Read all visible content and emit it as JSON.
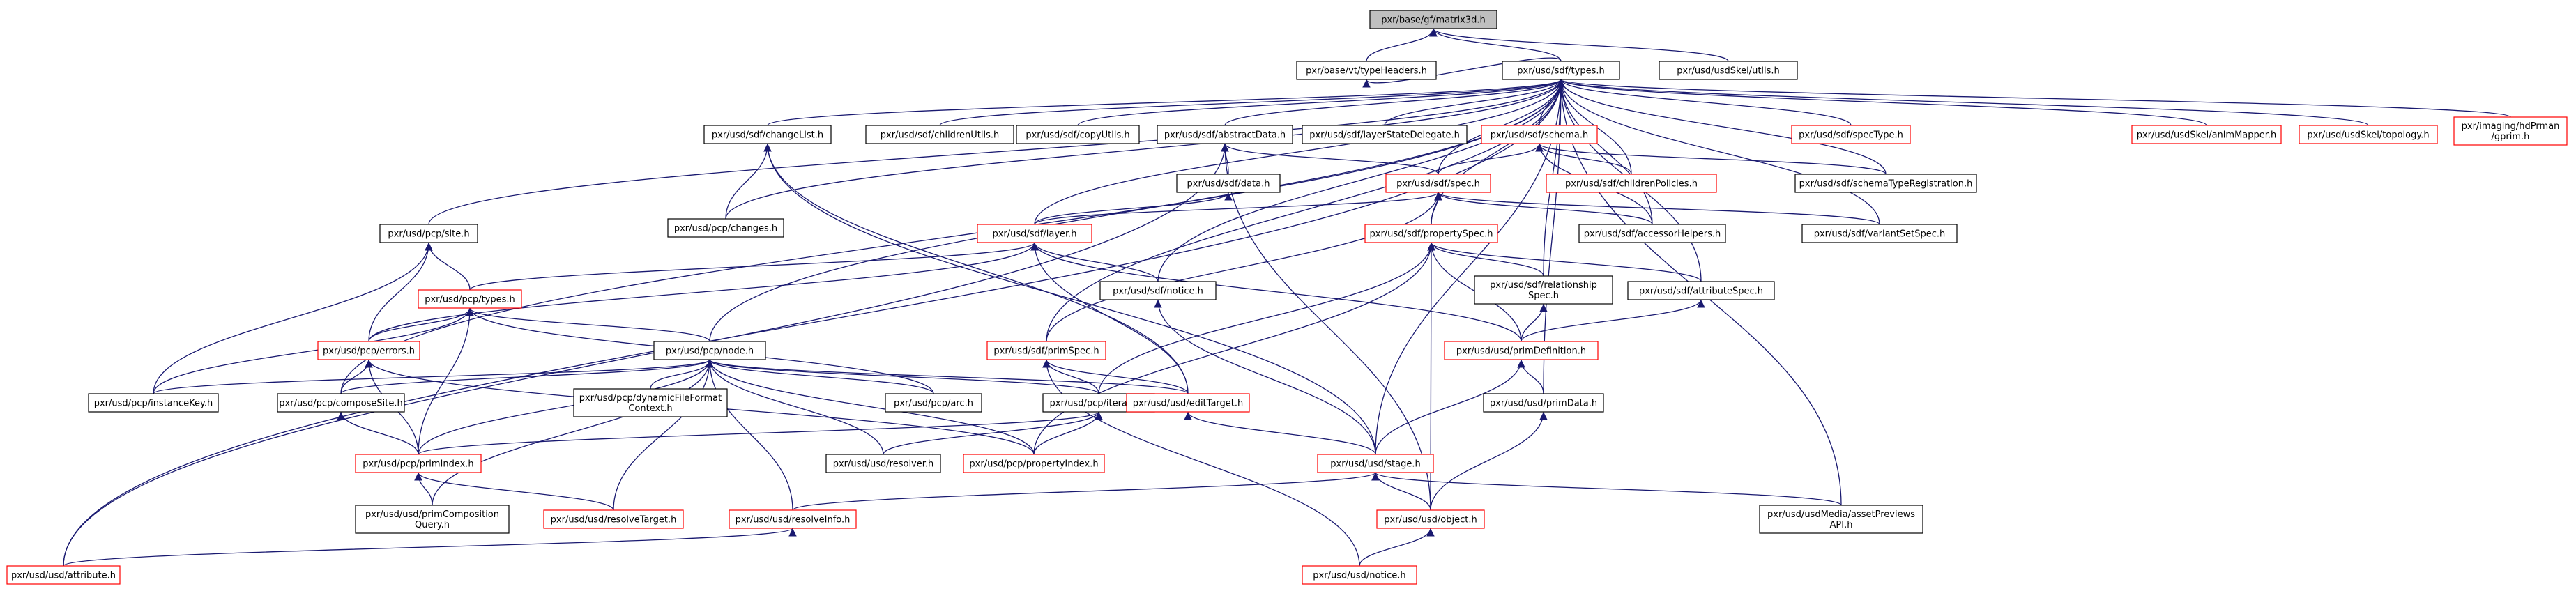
{
  "colors": {
    "edge": "#191970",
    "root_fill": "#bfbfbf",
    "link_border": "#000000",
    "truncated_border": "#ff0000",
    "node_fill": "#ffffff",
    "text": "#000000"
  },
  "nodes": [
    {
      "id": "matrix3d",
      "lines": [
        "pxr/base/gf/matrix3d.h"
      ],
      "style": "root"
    },
    {
      "id": "typeHeaders",
      "lines": [
        "pxr/base/vt/typeHeaders.h"
      ],
      "style": "link"
    },
    {
      "id": "sdfTypes",
      "lines": [
        "pxr/usd/sdf/types.h"
      ],
      "style": "link"
    },
    {
      "id": "skelUtils",
      "lines": [
        "pxr/usd/usdSkel/utils.h"
      ],
      "style": "link"
    },
    {
      "id": "changeList",
      "lines": [
        "pxr/usd/sdf/changeList.h"
      ],
      "style": "link"
    },
    {
      "id": "childrenUtils",
      "lines": [
        "pxr/usd/sdf/childrenUtils.h"
      ],
      "style": "link"
    },
    {
      "id": "copyUtils",
      "lines": [
        "pxr/usd/sdf/copyUtils.h"
      ],
      "style": "link"
    },
    {
      "id": "abstractData",
      "lines": [
        "pxr/usd/sdf/abstractData.h"
      ],
      "style": "link"
    },
    {
      "id": "layerStateDelegate",
      "lines": [
        "pxr/usd/sdf/layerStateDelegate.h"
      ],
      "style": "link"
    },
    {
      "id": "schema",
      "lines": [
        "pxr/usd/sdf/schema.h"
      ],
      "style": "trunc"
    },
    {
      "id": "specType",
      "lines": [
        "pxr/usd/sdf/specType.h"
      ],
      "style": "trunc"
    },
    {
      "id": "animMapper",
      "lines": [
        "pxr/usd/usdSkel/animMapper.h"
      ],
      "style": "trunc"
    },
    {
      "id": "topology",
      "lines": [
        "pxr/usd/usdSkel/topology.h"
      ],
      "style": "trunc"
    },
    {
      "id": "gprim",
      "lines": [
        "pxr/imaging/hdPrman",
        "/gprim.h"
      ],
      "style": "trunc"
    },
    {
      "id": "changes",
      "lines": [
        "pxr/usd/pcp/changes.h"
      ],
      "style": "link"
    },
    {
      "id": "data",
      "lines": [
        "pxr/usd/sdf/data.h"
      ],
      "style": "link"
    },
    {
      "id": "childrenPolicies",
      "lines": [
        "pxr/usd/sdf/childrenPolicies.h"
      ],
      "style": "trunc"
    },
    {
      "id": "schemaTypeReg",
      "lines": [
        "pxr/usd/sdf/schemaTypeRegistration.h"
      ],
      "style": "link"
    },
    {
      "id": "spec",
      "lines": [
        "pxr/usd/sdf/spec.h"
      ],
      "style": "trunc"
    },
    {
      "id": "site",
      "lines": [
        "pxr/usd/pcp/site.h"
      ],
      "style": "link"
    },
    {
      "id": "layer",
      "lines": [
        "pxr/usd/sdf/layer.h"
      ],
      "style": "trunc"
    },
    {
      "id": "propertySpec",
      "lines": [
        "pxr/usd/sdf/propertySpec.h"
      ],
      "style": "trunc"
    },
    {
      "id": "accessorHelpers",
      "lines": [
        "pxr/usd/sdf/accessorHelpers.h"
      ],
      "style": "link"
    },
    {
      "id": "variantSetSpec",
      "lines": [
        "pxr/usd/sdf/variantSetSpec.h"
      ],
      "style": "link"
    },
    {
      "id": "pcpTypes",
      "lines": [
        "pxr/usd/pcp/types.h"
      ],
      "style": "trunc"
    },
    {
      "id": "sdfNotice",
      "lines": [
        "pxr/usd/sdf/notice.h"
      ],
      "style": "link"
    },
    {
      "id": "relationshipSpec",
      "lines": [
        "pxr/usd/sdf/relationship",
        "Spec.h"
      ],
      "style": "link"
    },
    {
      "id": "attributeSpec",
      "lines": [
        "pxr/usd/sdf/attributeSpec.h"
      ],
      "style": "link"
    },
    {
      "id": "errors",
      "lines": [
        "pxr/usd/pcp/errors.h"
      ],
      "style": "trunc"
    },
    {
      "id": "node",
      "lines": [
        "pxr/usd/pcp/node.h"
      ],
      "style": "link"
    },
    {
      "id": "primSpec",
      "lines": [
        "pxr/usd/sdf/primSpec.h"
      ],
      "style": "trunc"
    },
    {
      "id": "primDefinition",
      "lines": [
        "pxr/usd/usd/primDefinition.h"
      ],
      "style": "trunc"
    },
    {
      "id": "instanceKey",
      "lines": [
        "pxr/usd/pcp/instanceKey.h"
      ],
      "style": "link"
    },
    {
      "id": "composeSite",
      "lines": [
        "pxr/usd/pcp/composeSite.h"
      ],
      "style": "link"
    },
    {
      "id": "dynamicFile",
      "lines": [
        "pxr/usd/pcp/dynamicFileFormat",
        "Context.h"
      ],
      "style": "link"
    },
    {
      "id": "arc",
      "lines": [
        "pxr/usd/pcp/arc.h"
      ],
      "style": "link"
    },
    {
      "id": "iterator",
      "lines": [
        "pxr/usd/pcp/iterator.h"
      ],
      "style": "link"
    },
    {
      "id": "editTarget",
      "lines": [
        "pxr/usd/usd/editTarget.h"
      ],
      "style": "trunc"
    },
    {
      "id": "primData",
      "lines": [
        "pxr/usd/usd/primData.h"
      ],
      "style": "link"
    },
    {
      "id": "primIndex",
      "lines": [
        "pxr/usd/pcp/primIndex.h"
      ],
      "style": "trunc"
    },
    {
      "id": "resolver",
      "lines": [
        "pxr/usd/usd/resolver.h"
      ],
      "style": "link"
    },
    {
      "id": "propertyIndex",
      "lines": [
        "pxr/usd/pcp/propertyIndex.h"
      ],
      "style": "trunc"
    },
    {
      "id": "stage",
      "lines": [
        "pxr/usd/usd/stage.h"
      ],
      "style": "trunc"
    },
    {
      "id": "primComposition",
      "lines": [
        "pxr/usd/usd/primComposition",
        "Query.h"
      ],
      "style": "link"
    },
    {
      "id": "resolveTarget",
      "lines": [
        "pxr/usd/usd/resolveTarget.h"
      ],
      "style": "trunc"
    },
    {
      "id": "resolveInfo",
      "lines": [
        "pxr/usd/usd/resolveInfo.h"
      ],
      "style": "trunc"
    },
    {
      "id": "object",
      "lines": [
        "pxr/usd/usd/object.h"
      ],
      "style": "trunc"
    },
    {
      "id": "assetPreviews",
      "lines": [
        "pxr/usd/usdMedia/assetPreviews",
        "API.h"
      ],
      "style": "link"
    },
    {
      "id": "attribute",
      "lines": [
        "pxr/usd/usd/attribute.h"
      ],
      "style": "trunc"
    },
    {
      "id": "usdNotice",
      "lines": [
        "pxr/usd/usd/notice.h"
      ],
      "style": "trunc"
    }
  ],
  "edges": [
    [
      "matrix3d",
      "typeHeaders"
    ],
    [
      "matrix3d",
      "sdfTypes"
    ],
    [
      "matrix3d",
      "skelUtils"
    ],
    [
      "typeHeaders",
      "sdfTypes"
    ],
    [
      "sdfTypes",
      "changeList"
    ],
    [
      "sdfTypes",
      "childrenUtils"
    ],
    [
      "sdfTypes",
      "copyUtils"
    ],
    [
      "sdfTypes",
      "abstractData"
    ],
    [
      "sdfTypes",
      "layerStateDelegate"
    ],
    [
      "sdfTypes",
      "schema"
    ],
    [
      "sdfTypes",
      "specType"
    ],
    [
      "sdfTypes",
      "animMapper"
    ],
    [
      "sdfTypes",
      "topology"
    ],
    [
      "sdfTypes",
      "gprim"
    ],
    [
      "sdfTypes",
      "changes"
    ],
    [
      "sdfTypes",
      "spec"
    ],
    [
      "sdfTypes",
      "site"
    ],
    [
      "sdfTypes",
      "layer"
    ],
    [
      "sdfTypes",
      "propertySpec"
    ],
    [
      "sdfTypes",
      "accessorHelpers"
    ],
    [
      "sdfTypes",
      "variantSetSpec"
    ],
    [
      "sdfTypes",
      "childrenPolicies"
    ],
    [
      "sdfTypes",
      "schemaTypeReg"
    ],
    [
      "sdfTypes",
      "relationshipSpec"
    ],
    [
      "sdfTypes",
      "attributeSpec"
    ],
    [
      "sdfTypes",
      "node"
    ],
    [
      "sdfTypes",
      "primSpec"
    ],
    [
      "sdfTypes",
      "composeSite"
    ],
    [
      "sdfTypes",
      "sdfNotice"
    ],
    [
      "sdfTypes",
      "stage"
    ],
    [
      "sdfTypes",
      "primData"
    ],
    [
      "sdfTypes",
      "assetPreviews"
    ],
    [
      "sdfTypes",
      "attribute"
    ],
    [
      "changeList",
      "changes"
    ],
    [
      "changeList",
      "editTarget"
    ],
    [
      "changeList",
      "stage"
    ],
    [
      "abstractData",
      "data"
    ],
    [
      "abstractData",
      "spec"
    ],
    [
      "abstractData",
      "object"
    ],
    [
      "abstractData",
      "attribute"
    ],
    [
      "schema",
      "childrenPolicies"
    ],
    [
      "schema",
      "schemaTypeReg"
    ],
    [
      "schema",
      "spec"
    ],
    [
      "schema",
      "accessorHelpers"
    ],
    [
      "data",
      "layer"
    ],
    [
      "spec",
      "layer"
    ],
    [
      "spec",
      "propertySpec"
    ],
    [
      "spec",
      "accessorHelpers"
    ],
    [
      "spec",
      "variantSetSpec"
    ],
    [
      "spec",
      "primSpec"
    ],
    [
      "site",
      "pcpTypes"
    ],
    [
      "site",
      "errors"
    ],
    [
      "site",
      "instanceKey"
    ],
    [
      "layer",
      "pcpTypes"
    ],
    [
      "layer",
      "errors"
    ],
    [
      "layer",
      "sdfNotice"
    ],
    [
      "layer",
      "primDefinition"
    ],
    [
      "layer",
      "editTarget"
    ],
    [
      "propertySpec",
      "relationshipSpec"
    ],
    [
      "propertySpec",
      "attributeSpec"
    ],
    [
      "propertySpec",
      "primDefinition"
    ],
    [
      "propertySpec",
      "iterator"
    ],
    [
      "propertySpec",
      "propertyIndex"
    ],
    [
      "propertySpec",
      "object"
    ],
    [
      "pcpTypes",
      "errors"
    ],
    [
      "pcpTypes",
      "node"
    ],
    [
      "pcpTypes",
      "instanceKey"
    ],
    [
      "pcpTypes",
      "primIndex"
    ],
    [
      "pcpTypes",
      "arc"
    ],
    [
      "sdfNotice",
      "stage"
    ],
    [
      "relationshipSpec",
      "primDefinition"
    ],
    [
      "attributeSpec",
      "primDefinition"
    ],
    [
      "errors",
      "composeSite"
    ],
    [
      "errors",
      "primIndex"
    ],
    [
      "errors",
      "propertyIndex"
    ],
    [
      "node",
      "instanceKey"
    ],
    [
      "node",
      "composeSite"
    ],
    [
      "node",
      "dynamicFile"
    ],
    [
      "node",
      "arc"
    ],
    [
      "node",
      "iterator"
    ],
    [
      "node",
      "editTarget"
    ],
    [
      "node",
      "primIndex"
    ],
    [
      "node",
      "propertyIndex"
    ],
    [
      "node",
      "resolver"
    ],
    [
      "node",
      "resolveTarget"
    ],
    [
      "node",
      "resolveInfo"
    ],
    [
      "node",
      "primComposition"
    ],
    [
      "primSpec",
      "iterator"
    ],
    [
      "primSpec",
      "editTarget"
    ],
    [
      "primSpec",
      "usdNotice"
    ],
    [
      "primDefinition",
      "primData"
    ],
    [
      "primDefinition",
      "stage"
    ],
    [
      "composeSite",
      "primIndex"
    ],
    [
      "iterator",
      "primIndex"
    ],
    [
      "iterator",
      "resolver"
    ],
    [
      "iterator",
      "propertyIndex"
    ],
    [
      "editTarget",
      "stage"
    ],
    [
      "primData",
      "object"
    ],
    [
      "primIndex",
      "primComposition"
    ],
    [
      "primIndex",
      "resolveTarget"
    ],
    [
      "stage",
      "resolveInfo"
    ],
    [
      "stage",
      "object"
    ],
    [
      "stage",
      "assetPreviews"
    ],
    [
      "resolveInfo",
      "attribute"
    ],
    [
      "object",
      "usdNotice"
    ]
  ]
}
